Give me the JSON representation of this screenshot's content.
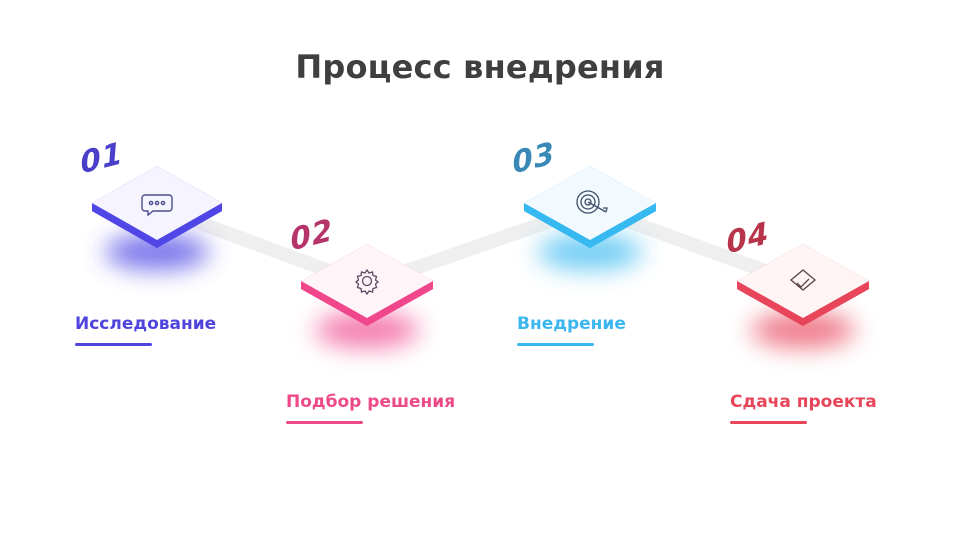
{
  "title": "Процесс внедрения",
  "steps": [
    {
      "number": "01",
      "label": "Исследование",
      "icon": "chat-bubble-icon",
      "color": "#5046e5"
    },
    {
      "number": "02",
      "label": "Подбор решения",
      "icon": "gear-icon",
      "color": "#f0468c"
    },
    {
      "number": "03",
      "label": "Внедрение",
      "icon": "target-icon",
      "color": "#36b8f0"
    },
    {
      "number": "04",
      "label": "Сдача проекта",
      "icon": "checkmark-envelope-icon",
      "color": "#e8455a"
    }
  ]
}
